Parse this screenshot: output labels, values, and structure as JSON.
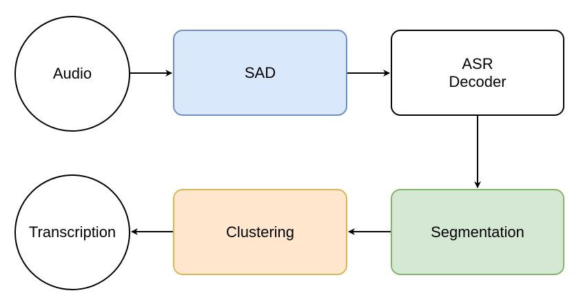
{
  "diagram": {
    "nodes": [
      {
        "id": "audio",
        "label": "Audio",
        "shape": "circle",
        "fill": "#ffffff",
        "stroke": "#000000"
      },
      {
        "id": "sad",
        "label": "SAD",
        "shape": "rounded-rect",
        "fill": "#dae8fc",
        "stroke": "#6c8ebf"
      },
      {
        "id": "asr",
        "label": "ASR\nDecoder",
        "shape": "rounded-rect",
        "fill": "#ffffff",
        "stroke": "#000000"
      },
      {
        "id": "seg",
        "label": "Segmentation",
        "shape": "rounded-rect",
        "fill": "#d5e8d4",
        "stroke": "#82b366"
      },
      {
        "id": "clu",
        "label": "Clustering",
        "shape": "rounded-rect",
        "fill": "#ffe6cc",
        "stroke": "#d6b656"
      },
      {
        "id": "trans",
        "label": "Transcription",
        "shape": "circle",
        "fill": "#ffffff",
        "stroke": "#000000"
      }
    ],
    "edges": [
      {
        "from": "audio",
        "to": "sad"
      },
      {
        "from": "sad",
        "to": "asr"
      },
      {
        "from": "asr",
        "to": "seg"
      },
      {
        "from": "seg",
        "to": "clu"
      },
      {
        "from": "clu",
        "to": "trans"
      }
    ]
  }
}
